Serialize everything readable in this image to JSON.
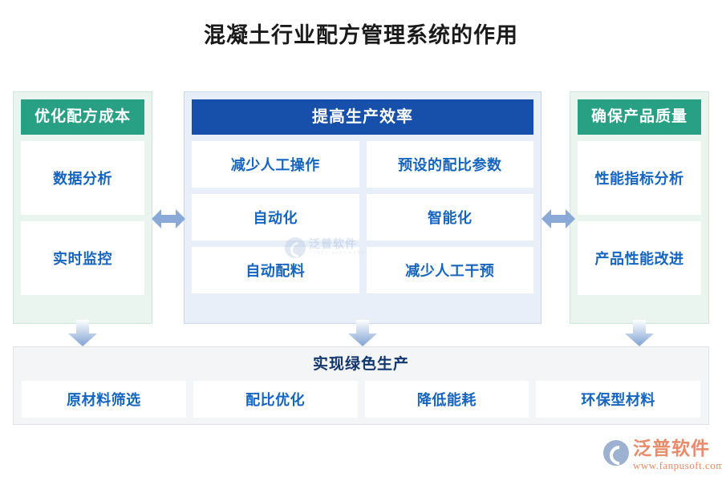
{
  "title": "混凝土行业配方管理系统的作用",
  "colors": {
    "green_header": "#28a083",
    "blue_header": "#1650ab",
    "item_text": "#1565c0",
    "bottom_title": "#12376e",
    "left_panel_bg": "#eaf5f0",
    "center_panel_bg": "#e9eff9",
    "bottom_bar_bg": "#f4f5f7",
    "arrow": "#8aa9d6",
    "logo": "#e98a6a"
  },
  "left_panel": {
    "header": "优化配方成本",
    "items": [
      {
        "label": "数据分析"
      },
      {
        "label": "实时监控"
      }
    ]
  },
  "center_panel": {
    "header": "提高生产效率",
    "items": [
      {
        "label": "减少人工操作"
      },
      {
        "label": "预设的配比参数"
      },
      {
        "label": "自动化"
      },
      {
        "label": "智能化"
      },
      {
        "label": "自动配料"
      },
      {
        "label": "减少人工干预"
      }
    ],
    "watermark": {
      "cn": "泛普软件",
      "en": "FANPU SOFTWARE"
    }
  },
  "right_panel": {
    "header": "确保产品质量",
    "items": [
      {
        "label": "性能指标分析"
      },
      {
        "label": "产品性能改进"
      }
    ]
  },
  "bottom_panel": {
    "title": "实现绿色生产",
    "items": [
      {
        "label": "原材料筛选"
      },
      {
        "label": "配比优化"
      },
      {
        "label": "降低能耗"
      },
      {
        "label": "环保型材料"
      }
    ]
  },
  "footer_logo": {
    "name": "泛普软件",
    "url": "www.fanpusoft.com"
  }
}
